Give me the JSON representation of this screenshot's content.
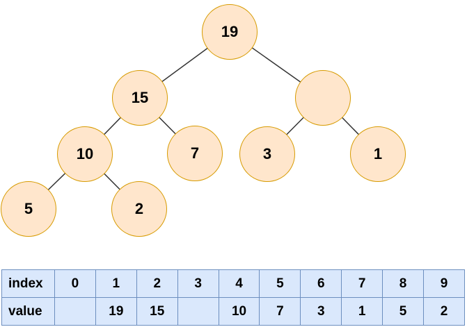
{
  "diagram": {
    "description": "Binary max-heap tree with array representation table",
    "colors": {
      "node_fill": "#FFE6CC",
      "node_stroke": "#D79B00",
      "edge_stroke": "#333333",
      "table_fill": "#DAE8FC",
      "table_stroke": "#6C8EBF",
      "text": "#000000"
    }
  },
  "tree": {
    "nodes": [
      {
        "name": "root",
        "label": "19"
      },
      {
        "name": "left-child-of-root",
        "label": "15"
      },
      {
        "name": "right-child-of-root",
        "label": ""
      },
      {
        "name": "left-child-of-15",
        "label": "10"
      },
      {
        "name": "right-child-of-15",
        "label": "7"
      },
      {
        "name": "left-child-of-empty",
        "label": "3"
      },
      {
        "name": "right-child-of-empty",
        "label": "1"
      },
      {
        "name": "left-child-of-10",
        "label": "5"
      },
      {
        "name": "right-child-of-10",
        "label": "2"
      }
    ]
  },
  "table": {
    "row_headers": [
      "index",
      "value"
    ],
    "index_row": [
      "0",
      "1",
      "2",
      "3",
      "4",
      "5",
      "6",
      "7",
      "8",
      "9"
    ],
    "value_row": [
      "",
      "19",
      "15",
      "",
      "10",
      "7",
      "3",
      "1",
      "5",
      "2"
    ]
  }
}
